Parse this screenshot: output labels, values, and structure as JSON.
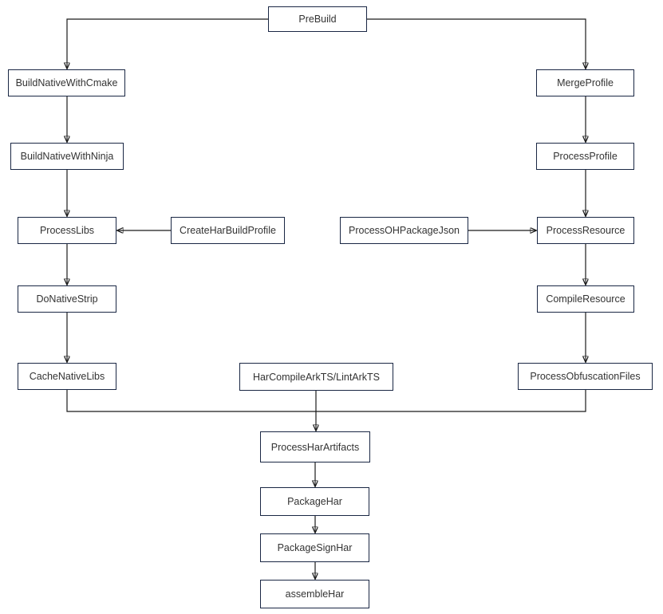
{
  "diagram": {
    "type": "flowchart",
    "background_color": "#ffffff",
    "node_border_color": "#1a2744",
    "node_fill_color": "#ffffff",
    "edge_color": "#1a1a1a",
    "text_color": "#333333",
    "nodes": {
      "prebuild": {
        "label": "PreBuild"
      },
      "build_native_with_cmake": {
        "label": "BuildNativeWithCmake"
      },
      "build_native_with_ninja": {
        "label": "BuildNativeWithNinja"
      },
      "process_libs": {
        "label": "ProcessLibs"
      },
      "create_har_build_profile": {
        "label": "CreateHarBuildProfile"
      },
      "do_native_strip": {
        "label": "DoNativeStrip"
      },
      "cache_native_libs": {
        "label": "CacheNativeLibs"
      },
      "merge_profile": {
        "label": "MergeProfile"
      },
      "process_profile": {
        "label": "ProcessProfile"
      },
      "process_oh_package_json": {
        "label": "ProcessOHPackageJson"
      },
      "process_resource": {
        "label": "ProcessResource"
      },
      "compile_resource": {
        "label": "CompileResource"
      },
      "process_obfuscation_files": {
        "label": "ProcessObfuscationFiles"
      },
      "har_compile_arkts": {
        "label": "HarCompileArkTS/LintArkTS"
      },
      "process_har_artifacts": {
        "label": "ProcessHarArtifacts"
      },
      "package_har": {
        "label": "PackageHar"
      },
      "package_sign_har": {
        "label": "PackageSignHar"
      },
      "assemble_har": {
        "label": "assembleHar"
      }
    },
    "edges": [
      {
        "from": "PreBuild",
        "to": "BuildNativeWithCmake"
      },
      {
        "from": "PreBuild",
        "to": "MergeProfile"
      },
      {
        "from": "BuildNativeWithCmake",
        "to": "BuildNativeWithNinja"
      },
      {
        "from": "BuildNativeWithNinja",
        "to": "ProcessLibs"
      },
      {
        "from": "CreateHarBuildProfile",
        "to": "ProcessLibs"
      },
      {
        "from": "ProcessLibs",
        "to": "DoNativeStrip"
      },
      {
        "from": "DoNativeStrip",
        "to": "CacheNativeLibs"
      },
      {
        "from": "MergeProfile",
        "to": "ProcessProfile"
      },
      {
        "from": "ProcessProfile",
        "to": "ProcessResource"
      },
      {
        "from": "ProcessOHPackageJson",
        "to": "ProcessResource"
      },
      {
        "from": "ProcessResource",
        "to": "CompileResource"
      },
      {
        "from": "CompileResource",
        "to": "ProcessObfuscationFiles"
      },
      {
        "from": "CacheNativeLibs",
        "to": "ProcessHarArtifacts"
      },
      {
        "from": "HarCompileArkTS/LintArkTS",
        "to": "ProcessHarArtifacts"
      },
      {
        "from": "ProcessObfuscationFiles",
        "to": "ProcessHarArtifacts"
      },
      {
        "from": "ProcessHarArtifacts",
        "to": "PackageHar"
      },
      {
        "from": "PackageHar",
        "to": "PackageSignHar"
      },
      {
        "from": "PackageSignHar",
        "to": "assembleHar"
      }
    ]
  }
}
